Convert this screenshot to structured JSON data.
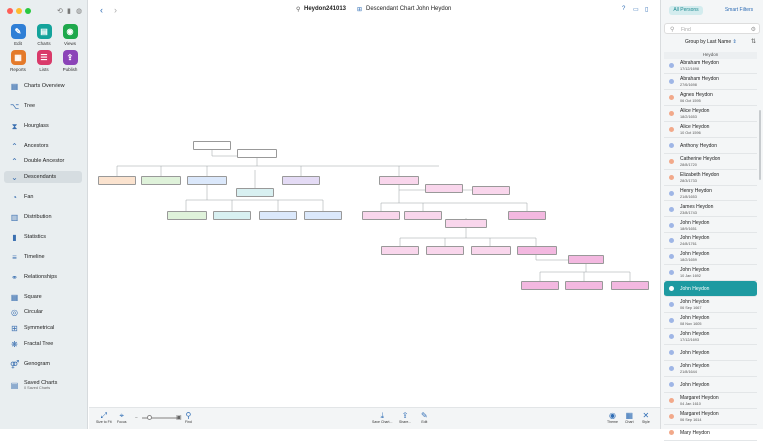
{
  "sidebar": {
    "top_buttons": [
      {
        "label": "Edit",
        "icon": "pencil-icon",
        "color": "#2f7fd6"
      },
      {
        "label": "Charts",
        "icon": "charts-icon",
        "color": "#14a39b"
      },
      {
        "label": "Views",
        "icon": "eye-icon",
        "color": "#1ea84c"
      },
      {
        "label": "Reports",
        "icon": "reports-icon",
        "color": "#e47a2a"
      },
      {
        "label": "Lists",
        "icon": "lists-icon",
        "color": "#d93a6a"
      },
      {
        "label": "Publish",
        "icon": "publish-icon",
        "color": "#8b44b8"
      }
    ],
    "items": [
      {
        "label": "Charts Overview",
        "icon": "charts-overview-icon"
      },
      {
        "label": "Tree",
        "icon": "tree-icon"
      },
      {
        "label": "Hourglass",
        "icon": "hourglass-icon"
      },
      {
        "label": "Ancestors",
        "icon": "ancestors-icon"
      },
      {
        "label": "Double Ancestor",
        "icon": "double-ancestor-icon"
      },
      {
        "label": "Descendants",
        "icon": "descendants-icon"
      },
      {
        "label": "Fan",
        "icon": "fan-icon"
      },
      {
        "label": "Distribution",
        "icon": "distribution-icon"
      },
      {
        "label": "Statistics",
        "icon": "statistics-icon"
      },
      {
        "label": "Timeline",
        "icon": "timeline-icon"
      },
      {
        "label": "Relationships",
        "icon": "relationships-icon"
      },
      {
        "label": "Square",
        "icon": "square-icon"
      },
      {
        "label": "Circular",
        "icon": "circular-icon"
      },
      {
        "label": "Symmetrical",
        "icon": "symmetrical-icon"
      },
      {
        "label": "Fractal Tree",
        "icon": "fractal-tree-icon"
      },
      {
        "label": "Genogram",
        "icon": "genogram-icon"
      }
    ],
    "active_item": "Descendants",
    "saved_charts": {
      "label": "Saved Charts",
      "sub": "0 Saved Charts"
    }
  },
  "toolbar": {
    "database": "Heydon241013",
    "title": "Descendant Chart John Heydon"
  },
  "bottom_bar": {
    "left": [
      {
        "label": "Size to Fit",
        "icon": "size-to-fit-icon"
      },
      {
        "label": "Focus",
        "icon": "focus-icon"
      },
      {
        "label": "Find",
        "icon": "find-icon"
      }
    ],
    "right": [
      {
        "label": "Save Chart...",
        "icon": "save-chart-icon"
      },
      {
        "label": "Share...",
        "icon": "share-icon"
      },
      {
        "label": "Edit",
        "icon": "edit-icon"
      },
      {
        "label": "Theme",
        "icon": "theme-icon"
      },
      {
        "label": "Chart",
        "icon": "chart-icon"
      },
      {
        "label": "Style",
        "icon": "style-icon"
      }
    ]
  },
  "right_panel": {
    "tabs": [
      "All Persons",
      "Smart Filters"
    ],
    "search_placeholder": "Find",
    "group_by": "Group by Last Name",
    "section_header": "Heydon",
    "persons": [
      {
        "name": "Abraham Heydon",
        "date": "17/12/1698",
        "sex": "m"
      },
      {
        "name": "Abraham Heydon",
        "date": "27/6/1698",
        "sex": "m"
      },
      {
        "name": "Agnes Heydon",
        "date": "06 Oct 1595",
        "sex": "f"
      },
      {
        "name": "Alice Heydon",
        "date": "18/2/1653",
        "sex": "f"
      },
      {
        "name": "Alice Heydon",
        "date": "10 Oct 1596",
        "sex": "f"
      },
      {
        "name": "Anthony Heydon",
        "date": "",
        "sex": "m"
      },
      {
        "name": "Catherine Heydon",
        "date": "28/8/1720",
        "sex": "f"
      },
      {
        "name": "Elizabeth Heydon",
        "date": "28/3/1733",
        "sex": "f"
      },
      {
        "name": "Henry Heydon",
        "date": "21/8/1653",
        "sex": "m"
      },
      {
        "name": "James Heydon",
        "date": "23/8/1743",
        "sex": "m"
      },
      {
        "name": "John Heydon",
        "date": "18/9/1651",
        "sex": "m"
      },
      {
        "name": "John Heydon",
        "date": "24/8/1761",
        "sex": "m"
      },
      {
        "name": "John Heydon",
        "date": "18/2/1659",
        "sex": "m"
      },
      {
        "name": "John Heydon",
        "date": "10 Jan 1692",
        "sex": "m"
      },
      {
        "name": "John Heydon",
        "date": "",
        "sex": "m",
        "selected": true
      },
      {
        "name": "John Heydon",
        "date": "06 Sep 1667",
        "sex": "m"
      },
      {
        "name": "John Heydon",
        "date": "08 Nov 1605",
        "sex": "m"
      },
      {
        "name": "John Heydon",
        "date": "17/12/1693",
        "sex": "m"
      },
      {
        "name": "John Heydon",
        "date": "",
        "sex": "m"
      },
      {
        "name": "John Heydon",
        "date": "21/8/1644",
        "sex": "m"
      },
      {
        "name": "John Heydon",
        "date": "",
        "sex": "m"
      },
      {
        "name": "Margaret Heydon",
        "date": "04 Jan 1610",
        "sex": "f"
      },
      {
        "name": "Margaret Heydon",
        "date": "06 Sep 1614",
        "sex": "f"
      },
      {
        "name": "Mary Heydon",
        "date": "",
        "sex": "f"
      }
    ]
  },
  "colors": {
    "accent": "#1e9aa1",
    "male_dot": "#9fb6e6",
    "female_dot": "#f2a98a",
    "box_peach": "#fbe3cf",
    "box_green": "#dff2da",
    "box_blue": "#dbe8fb",
    "box_purple": "#e4dbf5",
    "box_pink": "#f9d6ec",
    "box_teal": "#d8f0f1",
    "box_magenta": "#f3b8e0"
  }
}
